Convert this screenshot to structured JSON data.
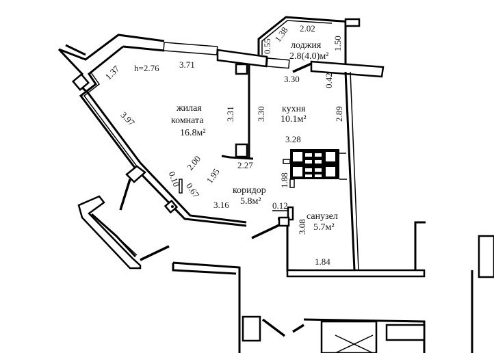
{
  "plan": {
    "ceiling_height": "h=2.76",
    "rooms": {
      "living": {
        "name_line1": "жилая",
        "name_line2": "комната",
        "area": "16.8м²"
      },
      "kitchen": {
        "name": "кухня",
        "area": "10.1м²"
      },
      "loggia": {
        "name": "лоджия",
        "area": "2.8(4.0)м²"
      },
      "corridor": {
        "name": "коридор",
        "area": "5.8м²"
      },
      "bathroom": {
        "name": "санузел",
        "area": "5.7м²"
      }
    },
    "dimensions": {
      "d137": "1.37",
      "d371": "3.71",
      "d397": "3.97",
      "d331": "3.31",
      "d330a": "3.30",
      "d330b": "3.30",
      "d289": "2.89",
      "d042": "0.42",
      "d328": "3.28",
      "d200": "2.00",
      "d195": "1.95",
      "d227": "2.27",
      "d010": "0.10",
      "d067": "0.67",
      "d316": "3.16",
      "d188": "1.88",
      "d012": "0.12",
      "d308": "3.08",
      "d184": "1.84",
      "d055": "0.55",
      "d138": "1.38",
      "d202": "2.02",
      "d150": "1.50"
    }
  }
}
